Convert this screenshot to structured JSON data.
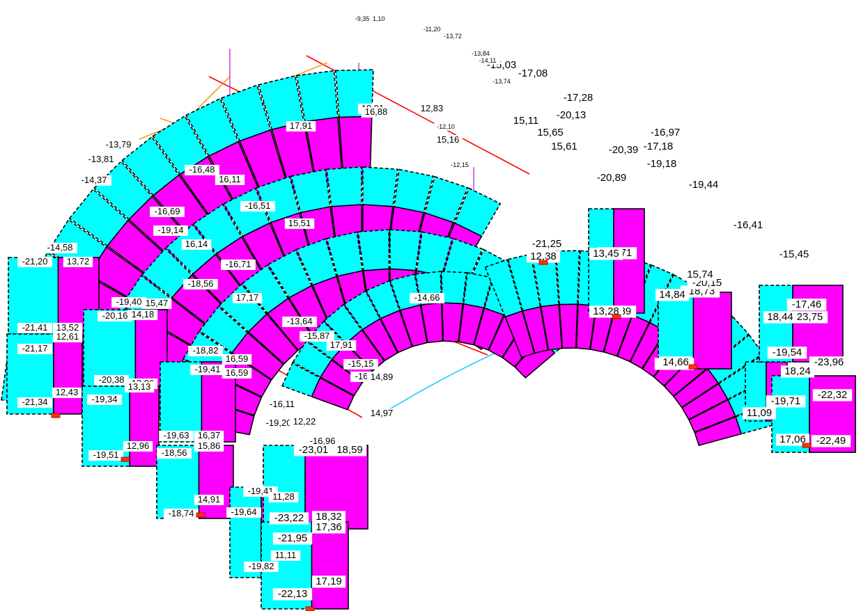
{
  "colors": {
    "compression": "#00ffff",
    "tension": "#ff00ff",
    "outline": "#000000",
    "strut_line": "#ff0000",
    "tie_line": "#ff8800",
    "vertical_line": "#cc33cc",
    "arc_line": "#22ccff",
    "support": "#ff3300"
  },
  "arcs": [
    {
      "id": "outer",
      "labels": [
        "-21,20",
        "13,72",
        "-21,41",
        "13,52",
        "-21,17",
        "12,61",
        "-21,34",
        "12,43",
        "-14,58",
        "-14,37",
        "-13,81",
        "-13,79"
      ]
    },
    {
      "id": "second",
      "labels": [
        "-19,14",
        "16,14",
        "-19,40",
        "15,47",
        "-20,16",
        "14,18",
        "-20,38",
        "13,96",
        "-19,34",
        "13,13",
        "-19,51",
        "12,96",
        "-16,69",
        "-16,48",
        "16,11",
        "17,91",
        "18,91"
      ]
    },
    {
      "id": "third",
      "labels": [
        "-18,56",
        "17,17",
        "-18,82",
        "16,59",
        "-19,41",
        "16,59",
        "-19,63",
        "16,37",
        "-18,56",
        "15,86",
        "-18,74",
        "14,91",
        "-16,71",
        "-16,51",
        "15,51",
        "16,88",
        "15,16",
        "12,83"
      ]
    },
    {
      "id": "fourth",
      "labels": [
        "-15,87",
        "17,91",
        "-16,11",
        "-19,20",
        "12,22",
        "-19,41",
        "11,28",
        "-19,64",
        "-19,82",
        "11,11",
        "-13,64",
        "-15,15",
        "-16,60",
        "14,89",
        "-16,96",
        "14,97",
        "-14,66"
      ]
    },
    {
      "id": "inner",
      "labels": [
        "-23,01",
        "18,59",
        "-23,22",
        "18,32",
        "-21,95",
        "17,36",
        "-22,13",
        "17,19"
      ]
    },
    {
      "id": "right",
      "labels": [
        "-21,25",
        "12,38",
        "-19,89",
        "13,28",
        "-19,71",
        "13,45",
        "-18,91",
        "14,66",
        "-18,73",
        "14,84",
        "-20,15",
        "15,74",
        "-19,44",
        "-23,75",
        "18,44",
        "-23,96",
        "18,24",
        "-22,32",
        "-22,49",
        "17,06",
        "-19,71",
        "11,09",
        "-19,54",
        "-17,46",
        "-16,41",
        "-15,45",
        "-20,39",
        "-20,89",
        "-19,18",
        "-17,18",
        "-16,97",
        "-20,13",
        "-17,28",
        "-17,08",
        "-15,03",
        "15,11",
        "15,65",
        "15,61"
      ]
    }
  ],
  "labels_top": [
    "-11,10",
    "-9,35",
    "-11,20",
    "-13,72",
    "-13,84",
    "-14,11",
    "-13,74",
    "-12,10",
    "-12,15"
  ],
  "supports": [
    {
      "name": "support-1"
    },
    {
      "name": "support-2"
    },
    {
      "name": "support-3"
    },
    {
      "name": "support-4"
    },
    {
      "name": "support-5"
    },
    {
      "name": "support-6"
    },
    {
      "name": "support-7"
    },
    {
      "name": "support-8"
    }
  ]
}
